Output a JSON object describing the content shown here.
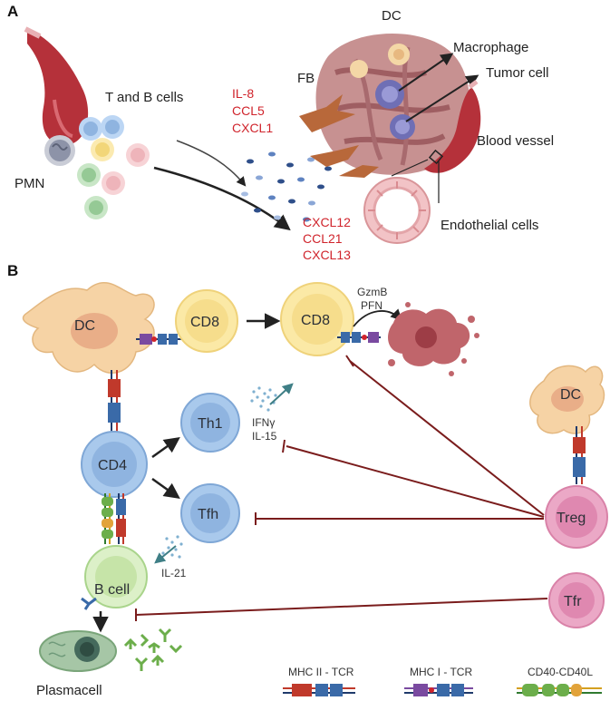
{
  "panels": {
    "a": "A",
    "b": "B"
  },
  "panel_a": {
    "t_and_b": "T and B cells",
    "pmn": "PMN",
    "fb": "FB",
    "dc": "DC",
    "macrophage": "Macrophage",
    "tumor_cell": "Tumor cell",
    "blood_vessel": "Blood vessel",
    "endothelial": "Endothelial cells",
    "chemokines_top": [
      "IL-8",
      "CCL5",
      "CXCL1"
    ],
    "chemokines_bottom": [
      "CXCL12",
      "CCL21",
      "CXCL13"
    ]
  },
  "panel_b": {
    "dc_left": "DC",
    "cd8_a": "CD8",
    "cd8_b": "CD8",
    "cd4": "CD4",
    "th1": "Th1",
    "tfh": "Tfh",
    "bcell": "B cell",
    "plasmacell": "Plasmacell",
    "gzmb": "GzmB",
    "pfn": "PFN",
    "ifng": "IFNγ",
    "il15": "IL-15",
    "il21": "IL-21",
    "dc_right": "DC",
    "treg": "Treg",
    "tfr": "Tfr"
  },
  "legend": {
    "mhc2": "MHC II - TCR",
    "mhc1": "MHC I - TCR",
    "cd40": "CD40-CD40L"
  },
  "colors": {
    "inhibit": "#7a1c1c",
    "chemokine": "#d0242c",
    "dc": "#f6d3a5",
    "cd8": "#fbe9a6",
    "cd4": "#a9c9ec",
    "treg": "#eba8c6",
    "bcell": "#dcf0c8"
  }
}
